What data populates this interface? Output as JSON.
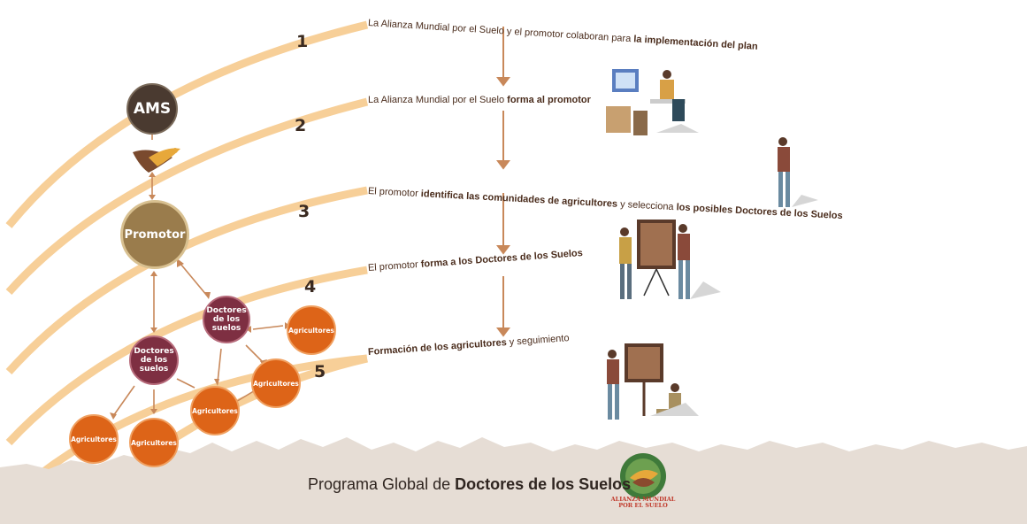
{
  "steps": [
    {
      "number": "1",
      "text_plain": "La Alianza Mundial por el Suelo y el promotor colaboran para ",
      "text_bold": "la implementación del plan"
    },
    {
      "number": "2",
      "text_plain": "La Alianza Mundial por el Suelo ",
      "text_bold": "forma al promotor"
    },
    {
      "number": "3",
      "parts": [
        "El promotor ",
        "identifica",
        "  las comunidades de agricultores",
        " y selecciona ",
        "los posibles Doctores de los Suelos"
      ]
    },
    {
      "number": "4",
      "text_plain": "El promotor ",
      "text_bold": "forma a los Doctores de los Suelos"
    },
    {
      "number": "5",
      "text_bold": "Formación de los agricultores",
      "text_plain": " y seguimiento"
    }
  ],
  "nodes": {
    "ams": "AMS",
    "promotor": "Promotor",
    "doctores": "Doctores de los suelos",
    "agricultores": "Agricultores"
  },
  "footer": {
    "text_plain": "Programa Global de ",
    "text_bold": "Doctores de los Suelos",
    "logo_line1": "ALIANZA MUNDIAL",
    "logo_line2": "POR EL SUELO"
  },
  "colors": {
    "arc": "#f7cf98",
    "arrow": "#c8885a",
    "ams": "#4a3a30",
    "promotor": "#9a7c4c",
    "doctores": "#7e2f42",
    "agricultores": "#dd6418",
    "ground": "#e6ddd5"
  }
}
